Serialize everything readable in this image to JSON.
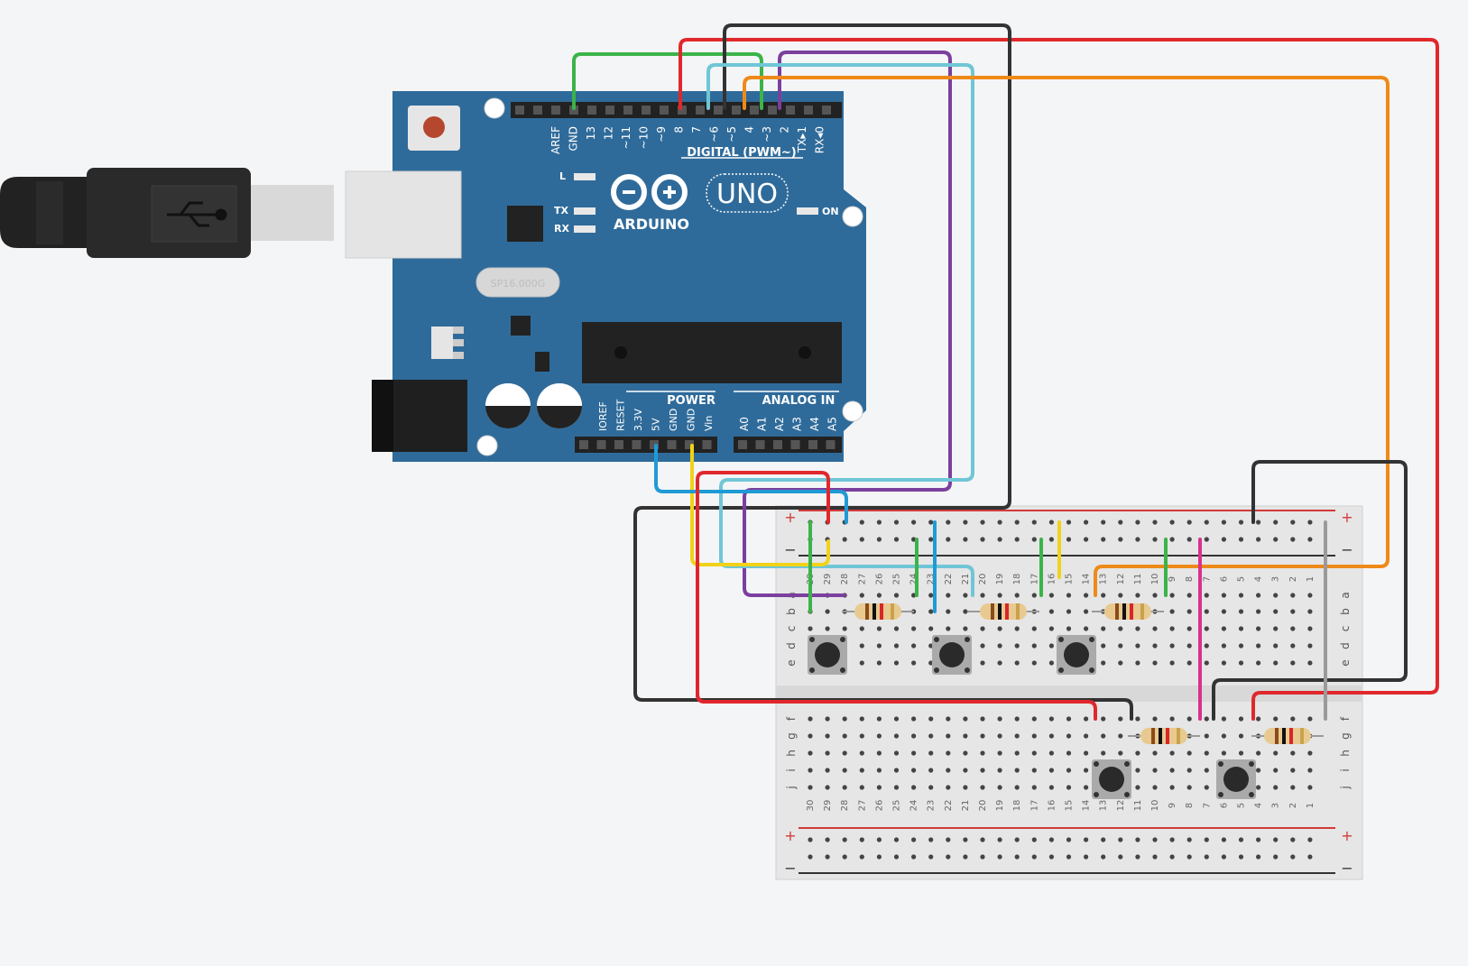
{
  "board": {
    "brand": "ARDUINO",
    "model": "UNO",
    "digital_label": "DIGITAL (PWM~)",
    "power_label": "POWER",
    "analog_label": "ANALOG IN",
    "on_label": "ON",
    "led_l": "L",
    "led_tx": "TX",
    "led_rx": "RX",
    "crystal": "SP16.000G",
    "digital_pins": [
      "AREF",
      "GND",
      "13",
      "12",
      "~11",
      "~10",
      "~9",
      "8",
      "7",
      "~6",
      "~5",
      "4",
      "~3",
      "2",
      "TX▸1",
      "RX◂0"
    ],
    "power_pins": [
      "IOREF",
      "RESET",
      "3.3V",
      "5V",
      "GND",
      "GND",
      "Vin"
    ],
    "analog_pins": [
      "A0",
      "A1",
      "A2",
      "A3",
      "A4",
      "A5"
    ]
  },
  "breadboard": {
    "plus": "+",
    "minus": "−",
    "rows_top": [
      "a",
      "b",
      "c",
      "d",
      "e"
    ],
    "rows_bottom": [
      "f",
      "g",
      "h",
      "i",
      "j"
    ],
    "columns": [
      "30",
      "29",
      "28",
      "27",
      "26",
      "25",
      "24",
      "23",
      "22",
      "21",
      "20",
      "19",
      "18",
      "17",
      "16",
      "15",
      "14",
      "13",
      "12",
      "11",
      "10",
      "9",
      "8",
      "7",
      "6",
      "5",
      "4",
      "3",
      "2",
      "1"
    ]
  },
  "colors": {
    "board": "#2f6b9a",
    "wire_red": "#e0282c",
    "wire_black": "#333333",
    "wire_green": "#3cb34a",
    "wire_purple": "#7b3f9e",
    "wire_cyan": "#6fc6d6",
    "wire_orange": "#ee8a1a",
    "wire_yellow": "#f1d21a",
    "wire_blue": "#1f9ad6",
    "wire_magenta": "#d8318e",
    "wire_gray": "#9a9a9a"
  },
  "components": {
    "usb_icon": "usb-icon",
    "resistor_count": 5,
    "pushbutton_count": 5
  }
}
